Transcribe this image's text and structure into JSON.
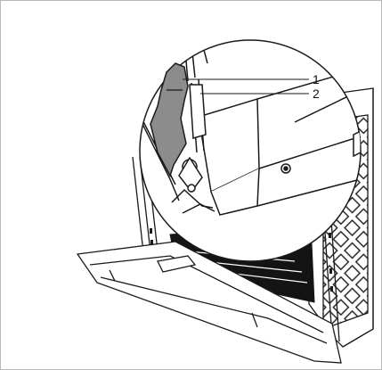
{
  "figure": {
    "callouts": [
      {
        "label": "1",
        "part": "hinge-lever"
      },
      {
        "label": "2",
        "part": "hinge-bracket"
      }
    ],
    "colors": {
      "line": "#1a1a1a",
      "lever_fill": "#8c8c8c",
      "cavity_fill": "#141414",
      "background": "#ffffff",
      "frame_border": "#b9b9b9"
    }
  }
}
